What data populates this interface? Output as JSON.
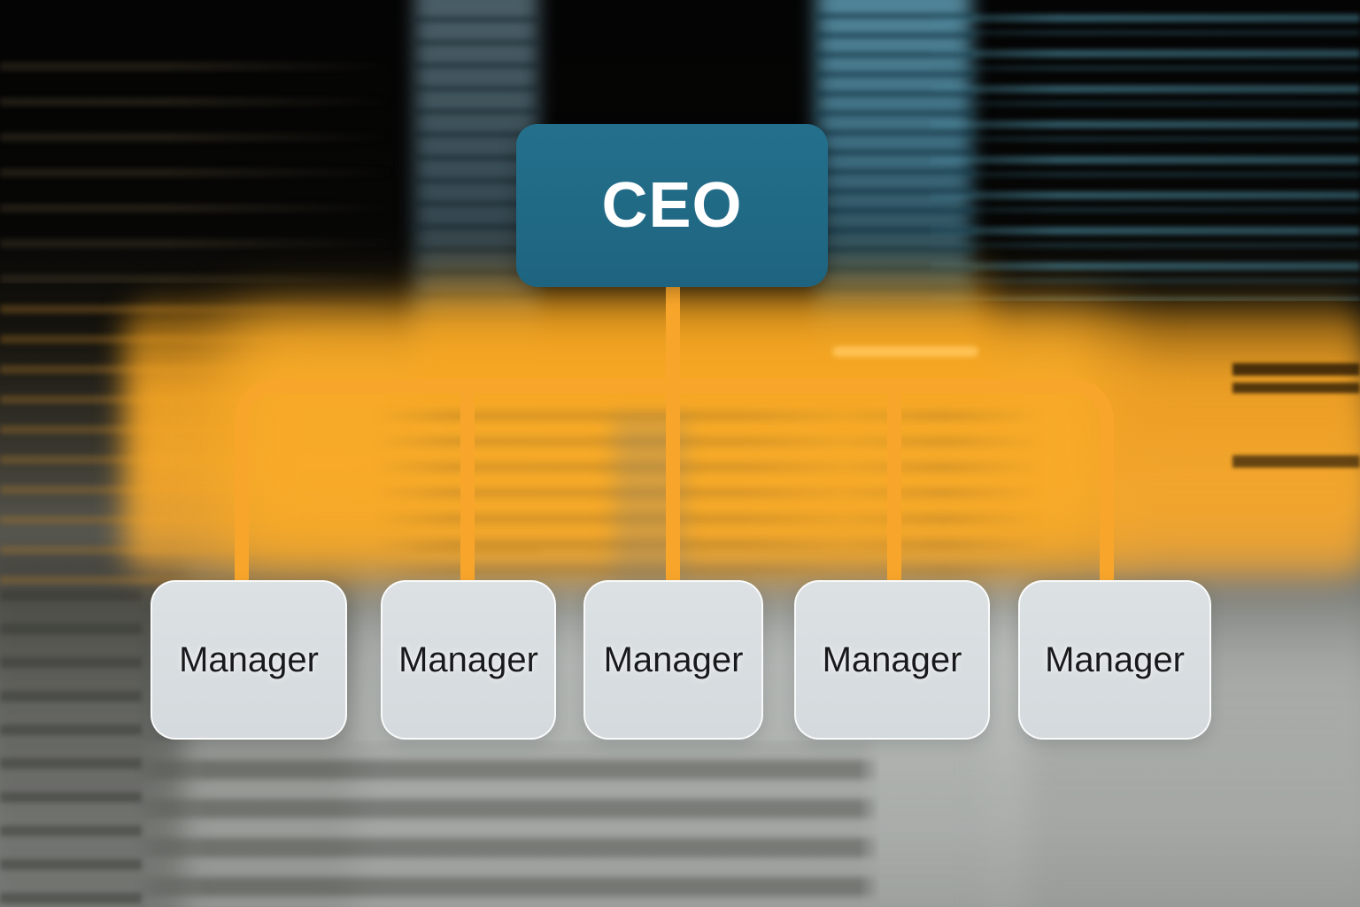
{
  "diagram": {
    "type": "org-chart",
    "root": {
      "label": "CEO"
    },
    "managers": [
      {
        "label": "Manager"
      },
      {
        "label": "Manager"
      },
      {
        "label": "Manager"
      },
      {
        "label": "Manager"
      },
      {
        "label": "Manager"
      }
    ]
  },
  "colors": {
    "ceo_box": "#216985",
    "ceo_text": "#FFFFFF",
    "connector": "#F8A62B",
    "manager_box": "#D8DDE0",
    "manager_text": "#17191B",
    "glow": "#F7A72E",
    "background_teal_streak": "#56A0B8",
    "background_gray": "#8F928D"
  }
}
